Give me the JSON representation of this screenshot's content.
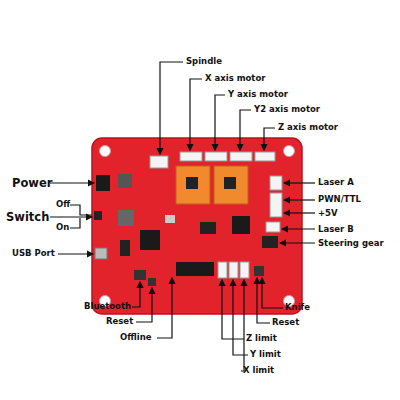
{
  "diagram": {
    "labels": [
      "Spindle",
      "X axis motor",
      "Y axis motor",
      "Y2 axis motor",
      "Z axis motor",
      "Power",
      "Off",
      "Switch",
      "On",
      "USB Port",
      "Laser A",
      "PWN/TTL",
      "+5V",
      "Laser B",
      "Steering gear",
      "Bluetooth",
      "Reset",
      "Offline",
      "Knife",
      "Reset",
      "Z limit",
      "Y limit",
      "X limit"
    ]
  }
}
